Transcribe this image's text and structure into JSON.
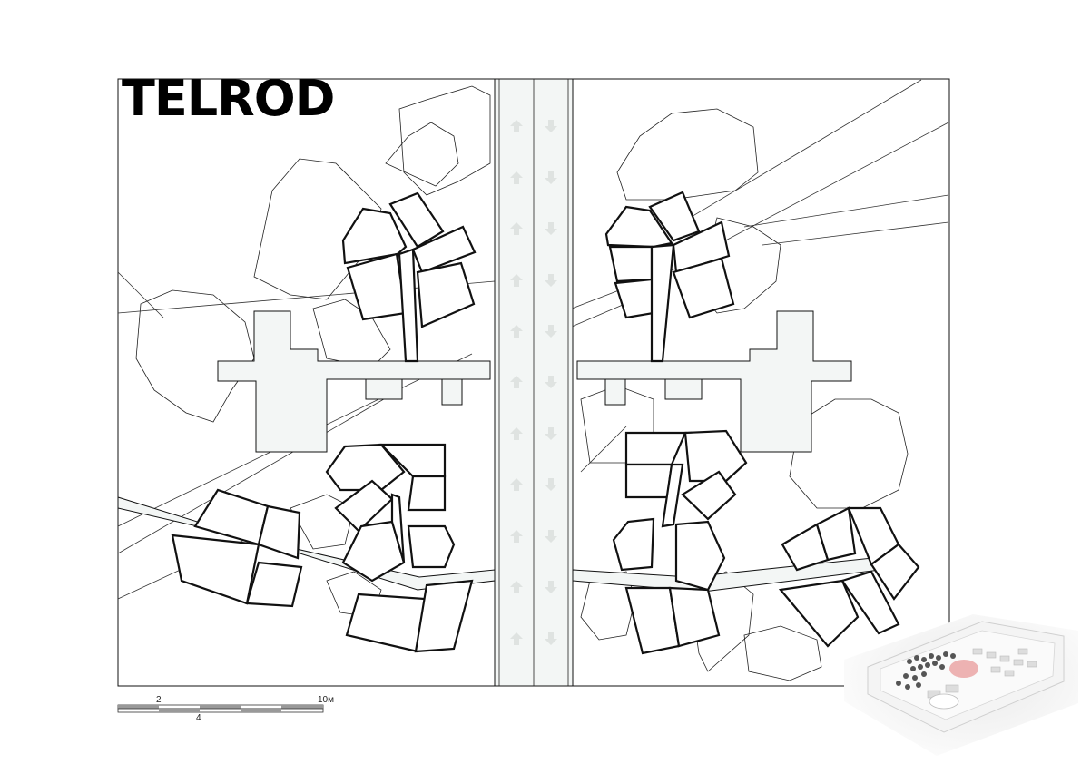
{
  "title": "TELROD",
  "scale_bar": {
    "labels": {
      "two": "2",
      "ten": "10м",
      "four": "4"
    }
  },
  "colors": {
    "ink": "#111111",
    "road": "#f3f6f5",
    "corridor": "#f3f6f5",
    "highlight": "#e89a9a"
  },
  "icons": {
    "arrow_up": "arrow-up-icon",
    "arrow_down": "arrow-down-icon"
  }
}
